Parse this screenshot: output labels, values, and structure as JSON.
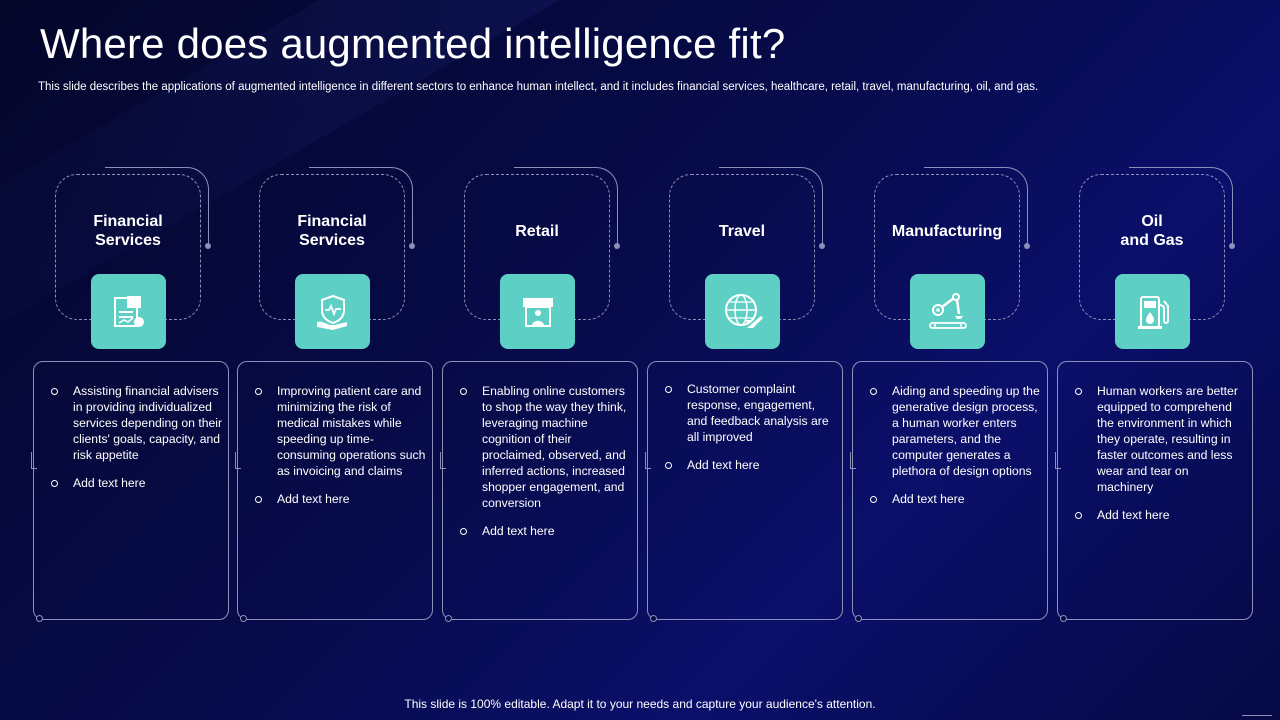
{
  "title": "Where does augmented intelligence fit?",
  "subtitle": "This slide describes the applications of augmented intelligence in different sectors to enhance human intellect, and it includes financial services, healthcare, retail, travel, manufacturing, oil, and gas.",
  "footer": "This slide is 100% editable. Adapt it to your needs and capture your audience's attention.",
  "accent_color": "#5ecfc4",
  "sectors": [
    {
      "label": "Financial\n Services",
      "icon": "financial-document-icon",
      "bullets": [
        "Assisting financial advisers in providing individualized services depending on their clients' goals, capacity, and risk appetite",
        "Add text here"
      ]
    },
    {
      "label": "Financial\n Services",
      "icon": "healthcare-shield-icon",
      "bullets": [
        "Improving patient care and minimizing the risk of medical mistakes while speeding up time-consuming operations such as invoicing and claims",
        "Add text here"
      ]
    },
    {
      "label": "Retail",
      "icon": "storefront-icon",
      "bullets": [
        "Enabling online customers to shop the way they think, leveraging machine cognition of their proclaimed, observed, and inferred actions, increased shopper engagement, and conversion",
        "Add text here"
      ]
    },
    {
      "label": "Travel",
      "icon": "globe-airplane-icon",
      "bullets": [
        "Customer complaint response, engagement, and feedback analysis are all improved",
        "Add text here"
      ]
    },
    {
      "label": "Manufacturing",
      "icon": "robotic-arm-icon",
      "bullets": [
        "Aiding and speeding up the generative design process, a human worker enters parameters, and the computer generates a plethora of design options",
        "Add text here"
      ]
    },
    {
      "label": "Oil\nand Gas",
      "icon": "fuel-pump-icon",
      "bullets": [
        "Human workers are better equipped to comprehend the environment  in which they operate, resulting in faster outcomes and less wear and tear on machinery",
        "Add text here"
      ]
    }
  ]
}
